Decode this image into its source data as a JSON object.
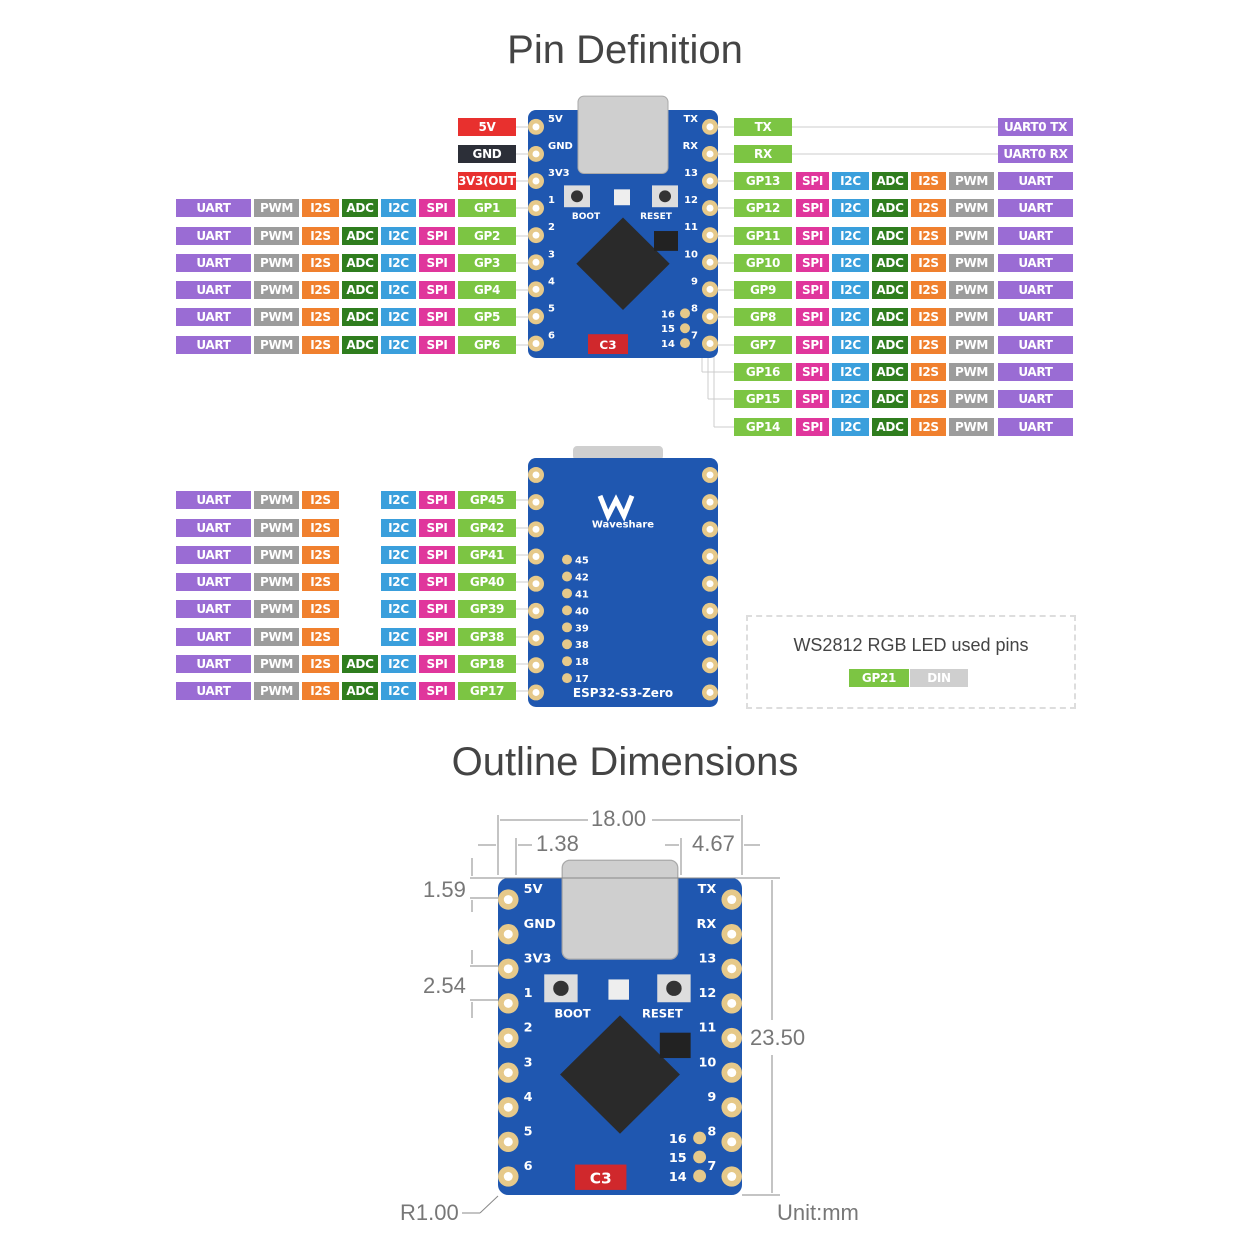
{
  "titles": {
    "pin_definition": "Pin Definition",
    "outline_dimensions": "Outline Dimensions"
  },
  "function_colors": {
    "UART": "#9a6cd4",
    "PWM": "#9c9c9c",
    "I2S": "#f0802e",
    "ADC": "#2f7d1e",
    "I2C": "#3a9fdc",
    "SPI": "#e0369c",
    "GP": "#7cc543",
    "TX": "#7cc543",
    "RX": "#7cc543",
    "5V": "#e8302e",
    "GND": "#2c2f38",
    "3V3": "#e8302e",
    "DIN": "#cfcfcf"
  },
  "board_colors": {
    "pcb": "#1f57b0",
    "pad": "#e6c98a",
    "chip": "#2a2a2a",
    "usb": "#cfcfcf",
    "silk": "#ffffff"
  },
  "front_left": [
    [
      null,
      null,
      null,
      null,
      null,
      null,
      "5V"
    ],
    [
      null,
      null,
      null,
      null,
      null,
      null,
      "GND"
    ],
    [
      null,
      null,
      null,
      null,
      null,
      null,
      "3V3(OUT)"
    ],
    [
      "UART",
      "PWM",
      "I2S",
      "ADC",
      "I2C",
      "SPI",
      "GP1"
    ],
    [
      "UART",
      "PWM",
      "I2S",
      "ADC",
      "I2C",
      "SPI",
      "GP2"
    ],
    [
      "UART",
      "PWM",
      "I2S",
      "ADC",
      "I2C",
      "SPI",
      "GP3"
    ],
    [
      "UART",
      "PWM",
      "I2S",
      "ADC",
      "I2C",
      "SPI",
      "GP4"
    ],
    [
      "UART",
      "PWM",
      "I2S",
      "ADC",
      "I2C",
      "SPI",
      "GP5"
    ],
    [
      "UART",
      "PWM",
      "I2S",
      "ADC",
      "I2C",
      "SPI",
      "GP6"
    ]
  ],
  "front_right": [
    [
      "TX",
      null,
      null,
      null,
      null,
      null,
      "UART0 TX"
    ],
    [
      "RX",
      null,
      null,
      null,
      null,
      null,
      "UART0 RX"
    ],
    [
      "GP13",
      "SPI",
      "I2C",
      "ADC",
      "I2S",
      "PWM",
      "UART"
    ],
    [
      "GP12",
      "SPI",
      "I2C",
      "ADC",
      "I2S",
      "PWM",
      "UART"
    ],
    [
      "GP11",
      "SPI",
      "I2C",
      "ADC",
      "I2S",
      "PWM",
      "UART"
    ],
    [
      "GP10",
      "SPI",
      "I2C",
      "ADC",
      "I2S",
      "PWM",
      "UART"
    ],
    [
      "GP9",
      "SPI",
      "I2C",
      "ADC",
      "I2S",
      "PWM",
      "UART"
    ],
    [
      "GP8",
      "SPI",
      "I2C",
      "ADC",
      "I2S",
      "PWM",
      "UART"
    ],
    [
      "GP7",
      "SPI",
      "I2C",
      "ADC",
      "I2S",
      "PWM",
      "UART"
    ],
    [
      "GP16",
      "SPI",
      "I2C",
      "ADC",
      "I2S",
      "PWM",
      "UART"
    ],
    [
      "GP15",
      "SPI",
      "I2C",
      "ADC",
      "I2S",
      "PWM",
      "UART"
    ],
    [
      "GP14",
      "SPI",
      "I2C",
      "ADC",
      "I2S",
      "PWM",
      "UART"
    ]
  ],
  "back_left": [
    [
      "UART",
      "PWM",
      "I2S",
      null,
      "I2C",
      "SPI",
      "GP45"
    ],
    [
      "UART",
      "PWM",
      "I2S",
      null,
      "I2C",
      "SPI",
      "GP42"
    ],
    [
      "UART",
      "PWM",
      "I2S",
      null,
      "I2C",
      "SPI",
      "GP41"
    ],
    [
      "UART",
      "PWM",
      "I2S",
      null,
      "I2C",
      "SPI",
      "GP40"
    ],
    [
      "UART",
      "PWM",
      "I2S",
      null,
      "I2C",
      "SPI",
      "GP39"
    ],
    [
      "UART",
      "PWM",
      "I2S",
      null,
      "I2C",
      "SPI",
      "GP38"
    ],
    [
      "UART",
      "PWM",
      "I2S",
      "ADC",
      "I2C",
      "SPI",
      "GP18"
    ],
    [
      "UART",
      "PWM",
      "I2S",
      "ADC",
      "I2C",
      "SPI",
      "GP17"
    ]
  ],
  "ws2812": {
    "title": "WS2812 RGB LED used pins",
    "pin": "GP21",
    "signal": "DIN"
  },
  "board": {
    "front_left_silk": [
      "5V",
      "GND",
      "3V3",
      "1",
      "2",
      "3",
      "4",
      "5",
      "6"
    ],
    "front_right_silk": [
      "TX",
      "RX",
      "13",
      "12",
      "11",
      "10",
      "9",
      "8",
      "7"
    ],
    "front_inner_silk": [
      "16",
      "15",
      "14"
    ],
    "button_labels": [
      "BOOT",
      "RESET"
    ],
    "chip_marking": "C3",
    "back_inner_silk": [
      "45",
      "42",
      "41",
      "40",
      "39",
      "38",
      "18",
      "17"
    ],
    "brand": "Waveshare",
    "model": "ESP32-S3-Zero"
  },
  "dimensions": {
    "width": "18.00",
    "usb_left_offset": "1.38",
    "usb_right_offset": "4.67",
    "usb_overhang": "1.59",
    "pin_pitch": "2.54",
    "height": "23.50",
    "corner_radius": "R1.00",
    "unit": "Unit:mm"
  }
}
